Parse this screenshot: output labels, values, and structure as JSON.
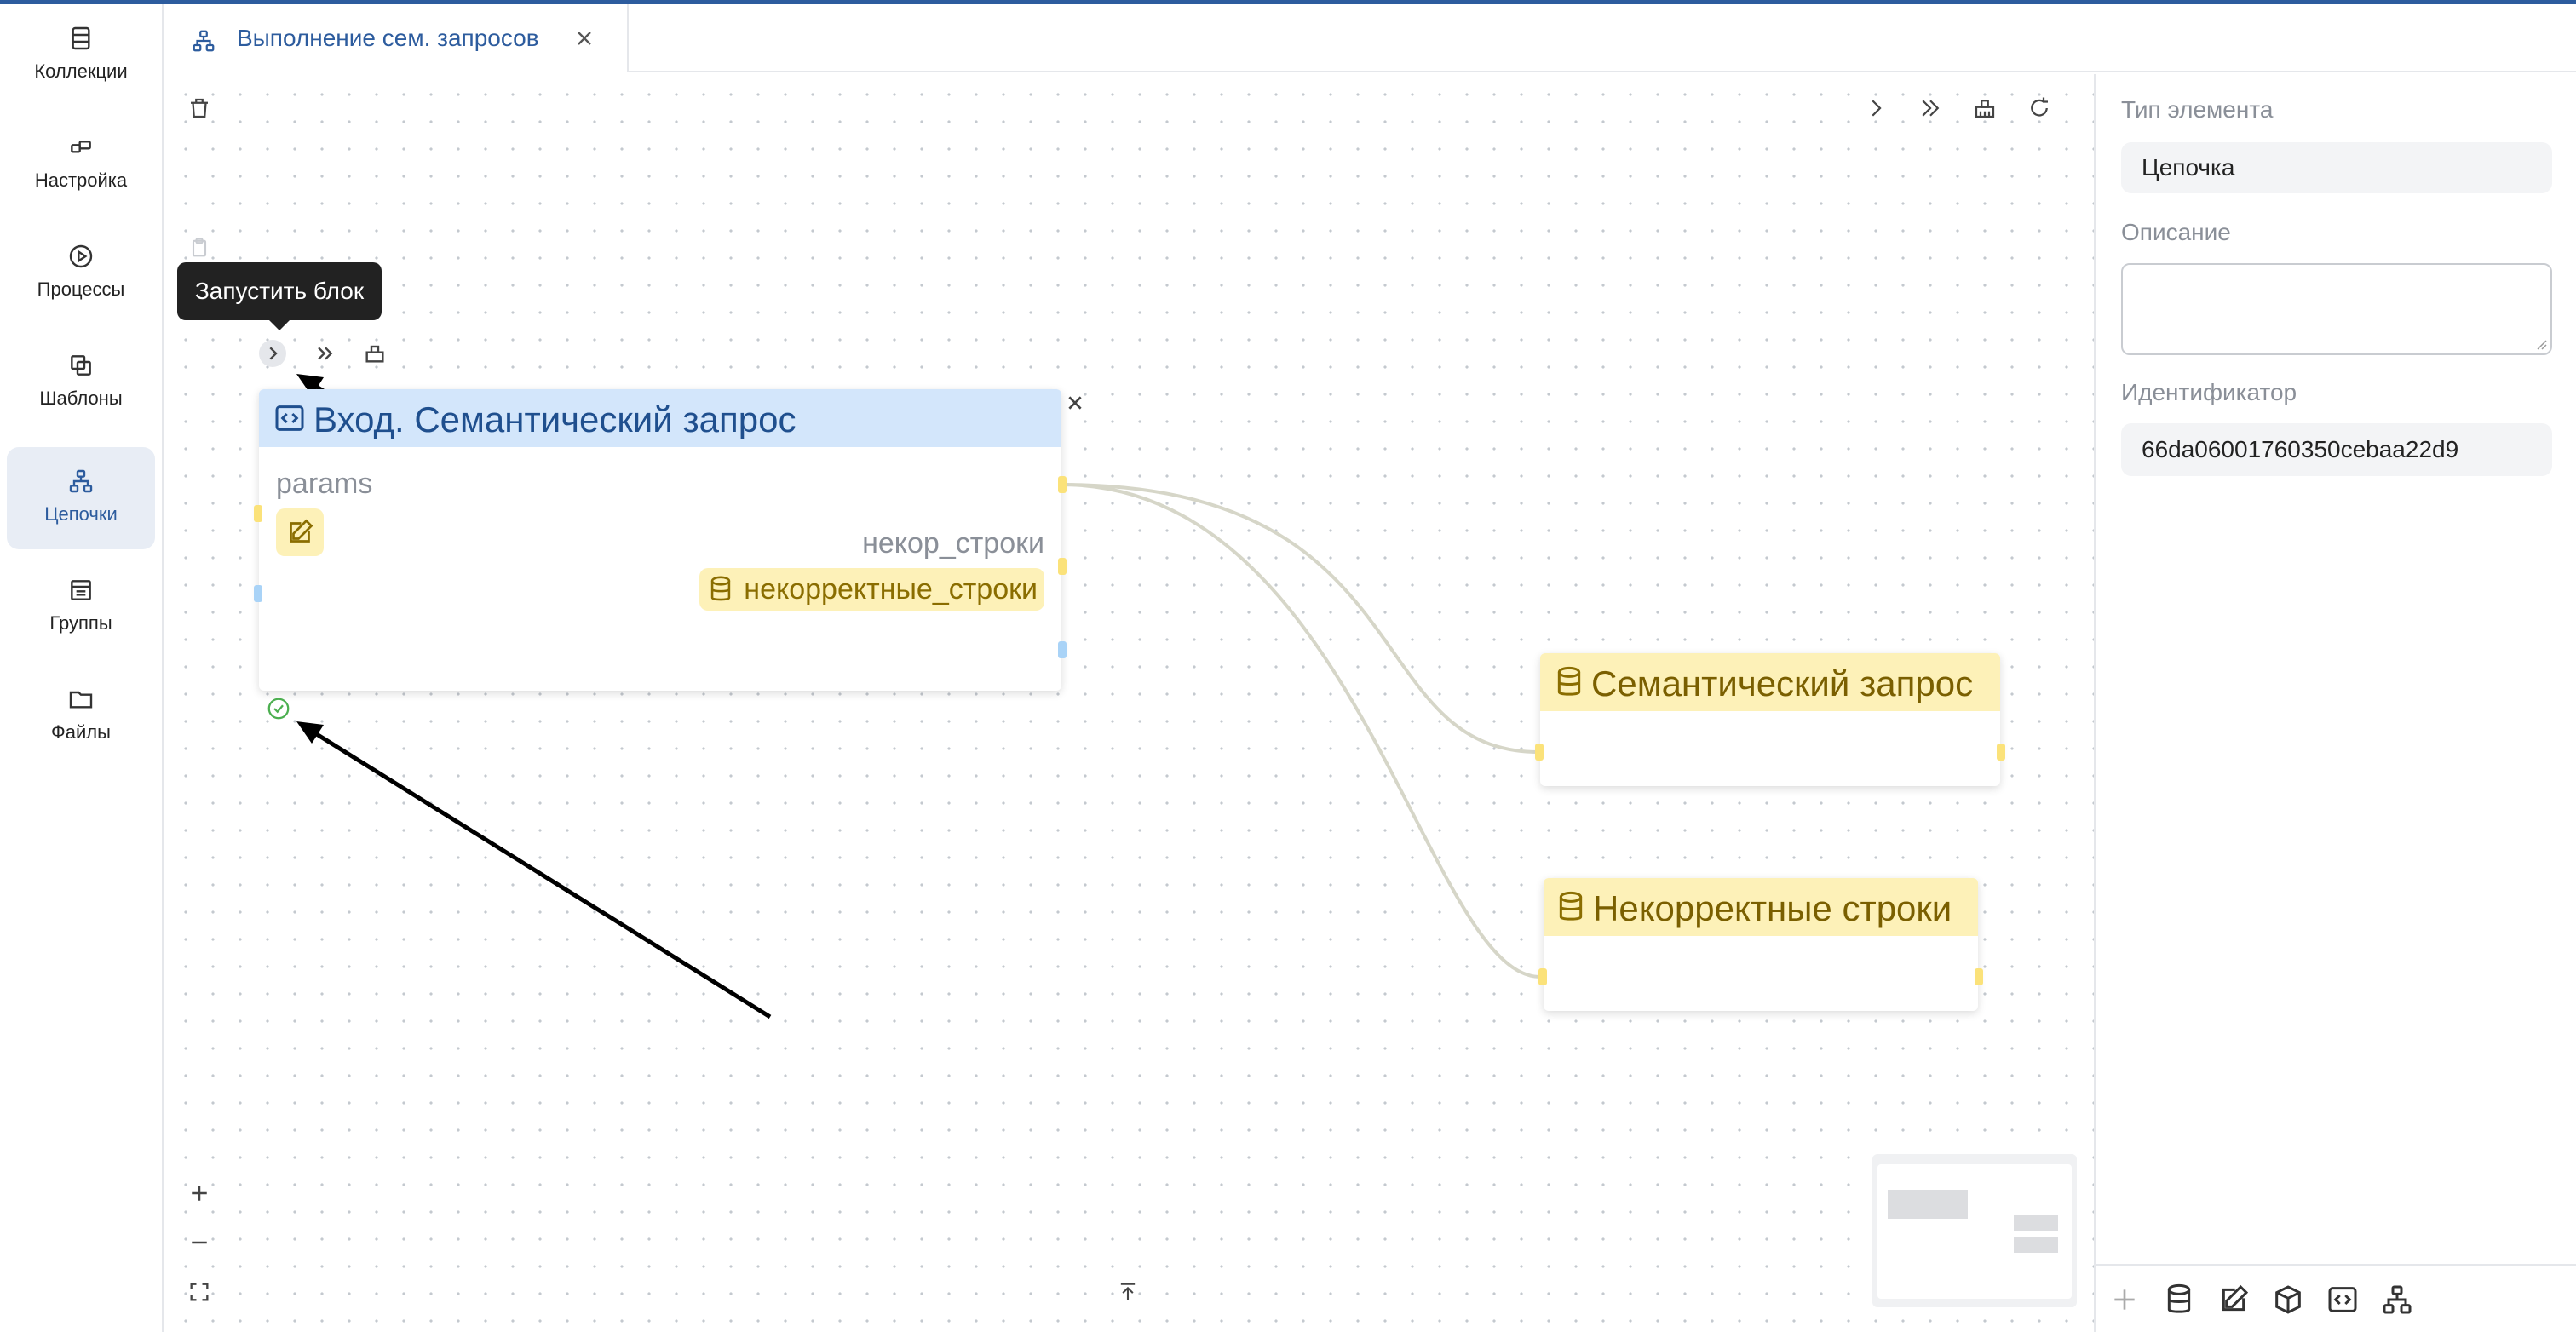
{
  "sidebar": {
    "items": [
      {
        "label": "Коллекции",
        "icon": "collections-icon"
      },
      {
        "label": "Настройка",
        "icon": "settings-icon"
      },
      {
        "label": "Процессы",
        "icon": "processes-icon"
      },
      {
        "label": "Шаблоны",
        "icon": "templates-icon"
      },
      {
        "label": "Цепочки",
        "icon": "chains-icon",
        "active": true
      },
      {
        "label": "Группы",
        "icon": "groups-icon"
      },
      {
        "label": "Файлы",
        "icon": "files-icon"
      }
    ]
  },
  "tab": {
    "label": "Выполнение сем. запросов"
  },
  "tooltip": {
    "label": "Запустить блок"
  },
  "nodes": {
    "input": {
      "title": "Вход. Семантический запрос",
      "param_label": "params",
      "output_label": "некор_строки",
      "output_chip": "некорректные_строки"
    },
    "semantic": {
      "title": "Семантический запрос"
    },
    "invalid": {
      "title": "Некорректные строки"
    }
  },
  "panel": {
    "type_label": "Тип элемента",
    "type_value": "Цепочка",
    "description_label": "Описание",
    "description_value": "",
    "id_label": "Идентификатор",
    "id_value": "66da06001760350cebaa22d9"
  },
  "colors": {
    "accent": "#2d5c9e",
    "input_header": "#d3e6fb",
    "db_header": "#fdf1b8",
    "edge": "#d6d6c8",
    "success": "#4caf50"
  }
}
